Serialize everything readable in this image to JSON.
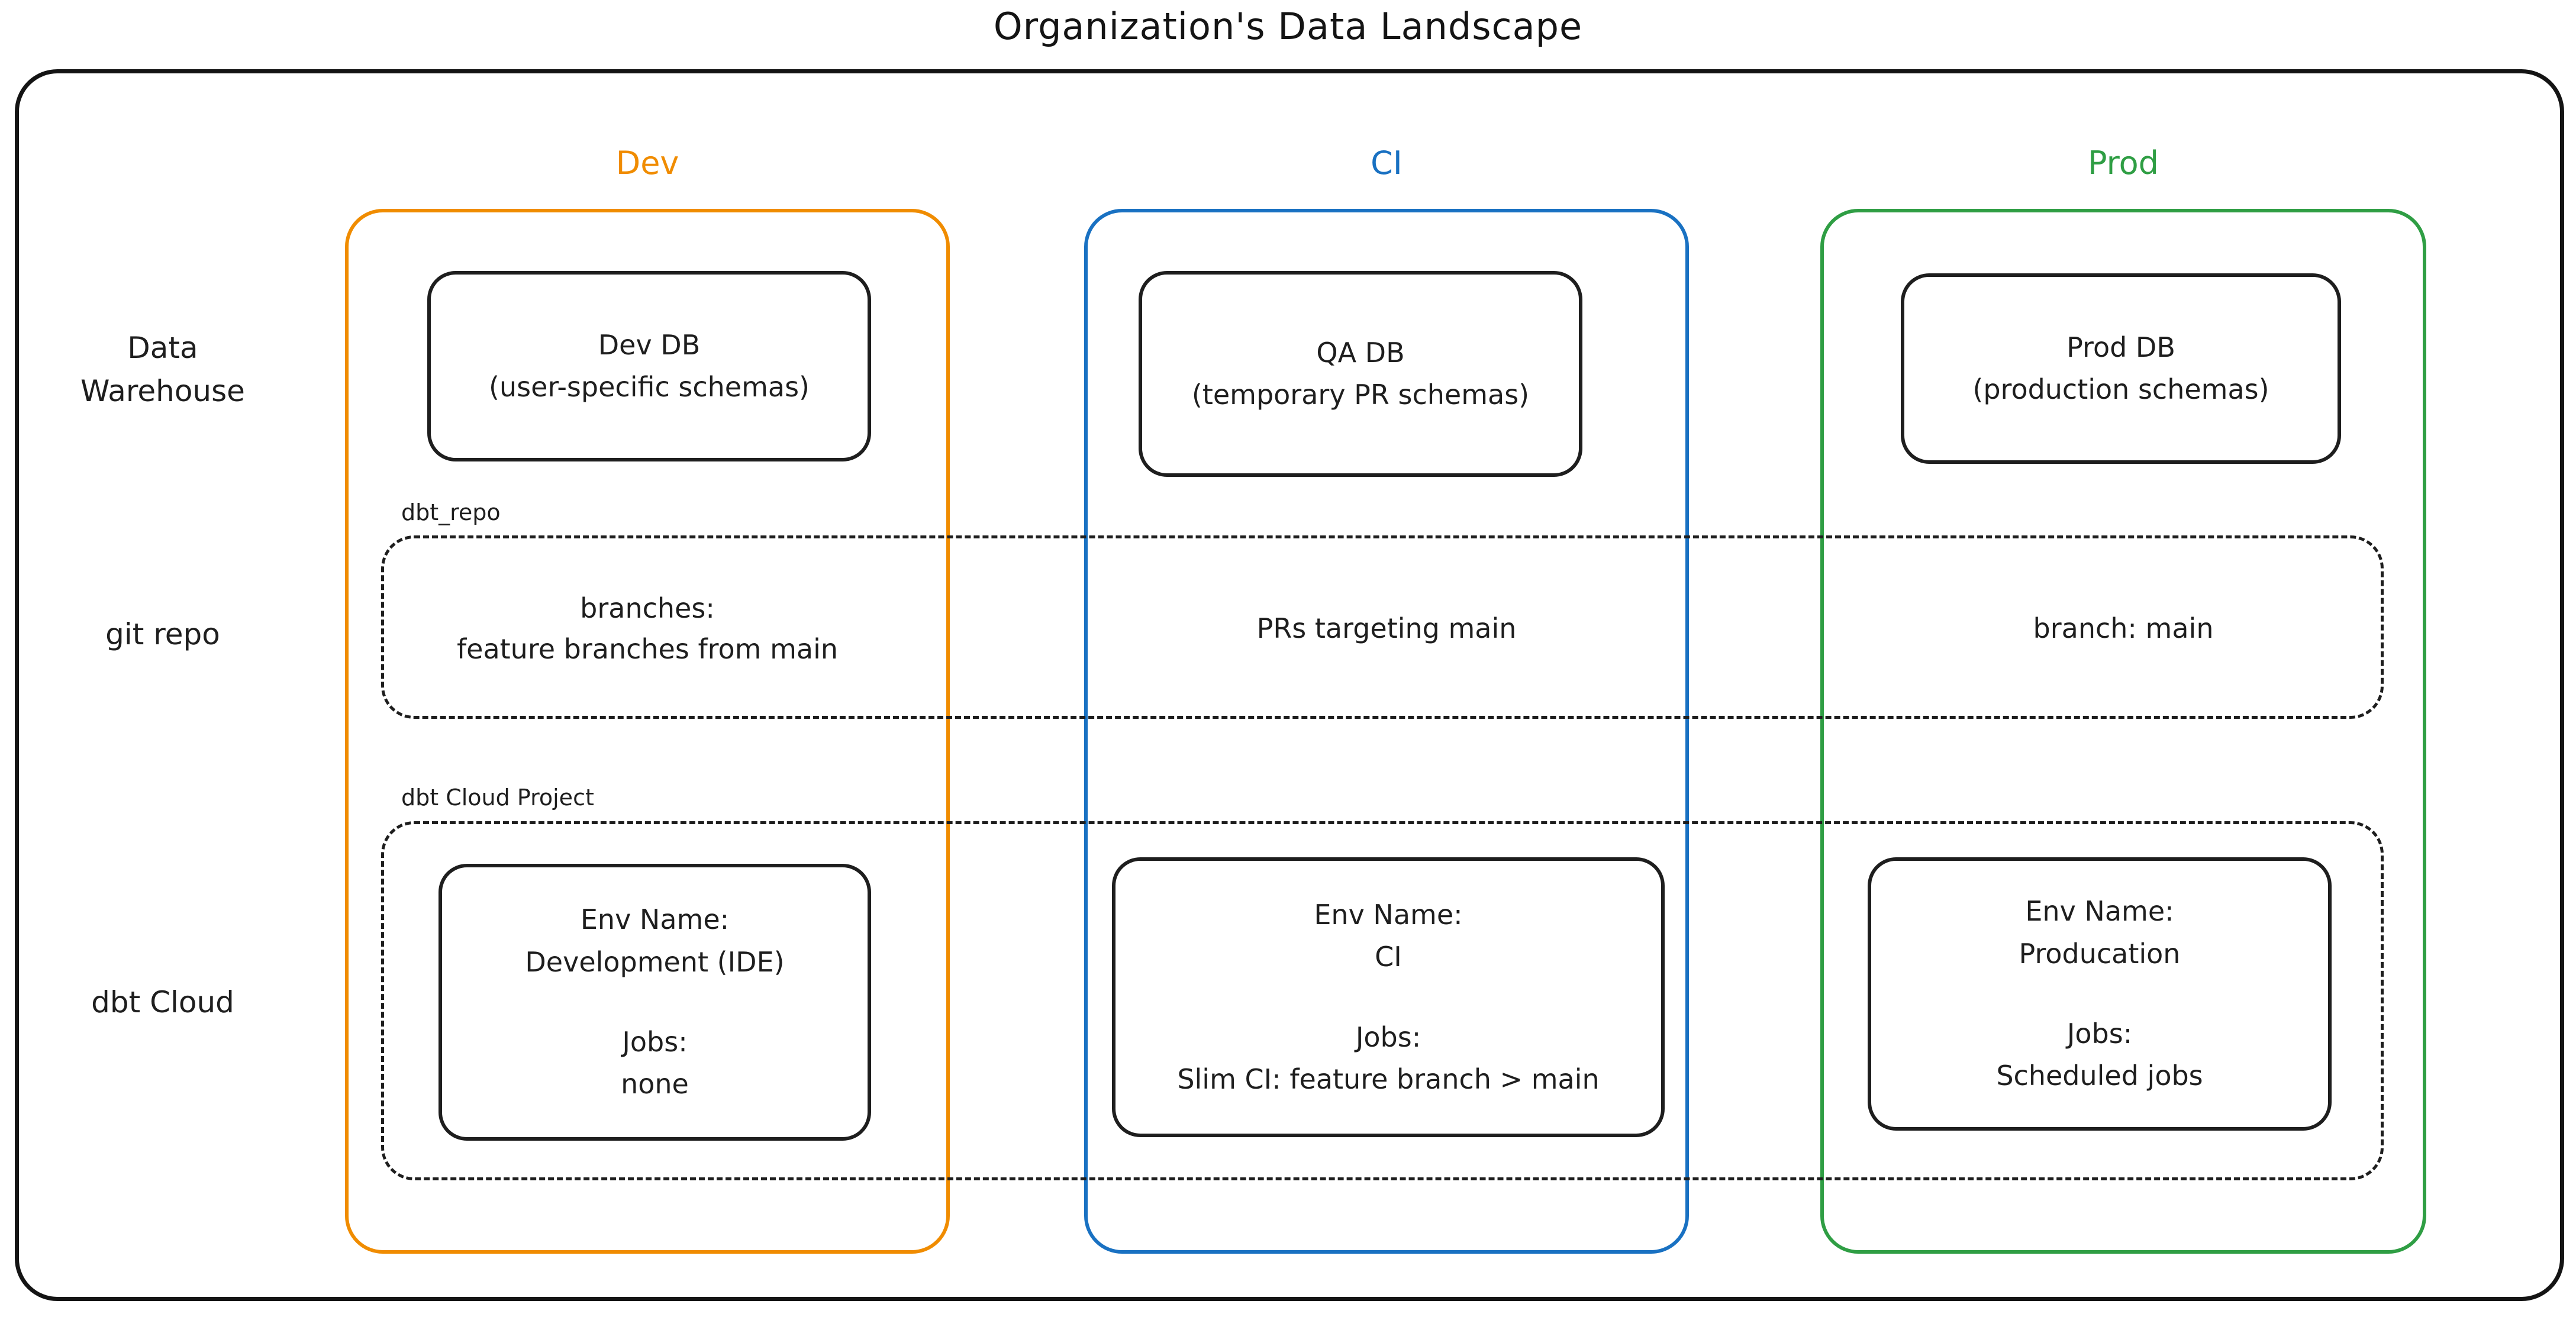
{
  "title": "Organization's Data Landscape",
  "colors": {
    "dev_accent": "#f08c00",
    "ci_accent": "#1971c2",
    "prod_accent": "#2f9e44",
    "ink": "#1e1e1e"
  },
  "row_labels": {
    "warehouse": "Data Warehouse",
    "git": "git repo",
    "dbt": "dbt Cloud"
  },
  "container_labels": {
    "git_repo": "dbt_repo",
    "dbt_project": "dbt Cloud Project"
  },
  "columns": [
    {
      "header": "Dev",
      "warehouse": {
        "name": "Dev DB",
        "detail": "(user-specific schemas)"
      },
      "git": {
        "line1": "branches:",
        "line2": "feature branches from main"
      },
      "dbt": {
        "env_label": "Env Name:",
        "env": "Development (IDE)",
        "jobs_label": "Jobs:",
        "jobs": "none"
      }
    },
    {
      "header": "CI",
      "warehouse": {
        "name": "QA DB",
        "detail": "(temporary PR schemas)"
      },
      "git": {
        "line1": "PRs targeting main",
        "line2": ""
      },
      "dbt": {
        "env_label": "Env Name:",
        "env": "CI",
        "jobs_label": "Jobs:",
        "jobs": "Slim CI: feature branch > main"
      }
    },
    {
      "header": "Prod",
      "warehouse": {
        "name": "Prod DB",
        "detail": "(production schemas)"
      },
      "git": {
        "line1": "branch: main",
        "line2": ""
      },
      "dbt": {
        "env_label": "Env Name:",
        "env": "Producation",
        "jobs_label": "Jobs:",
        "jobs": "Scheduled jobs"
      }
    }
  ]
}
